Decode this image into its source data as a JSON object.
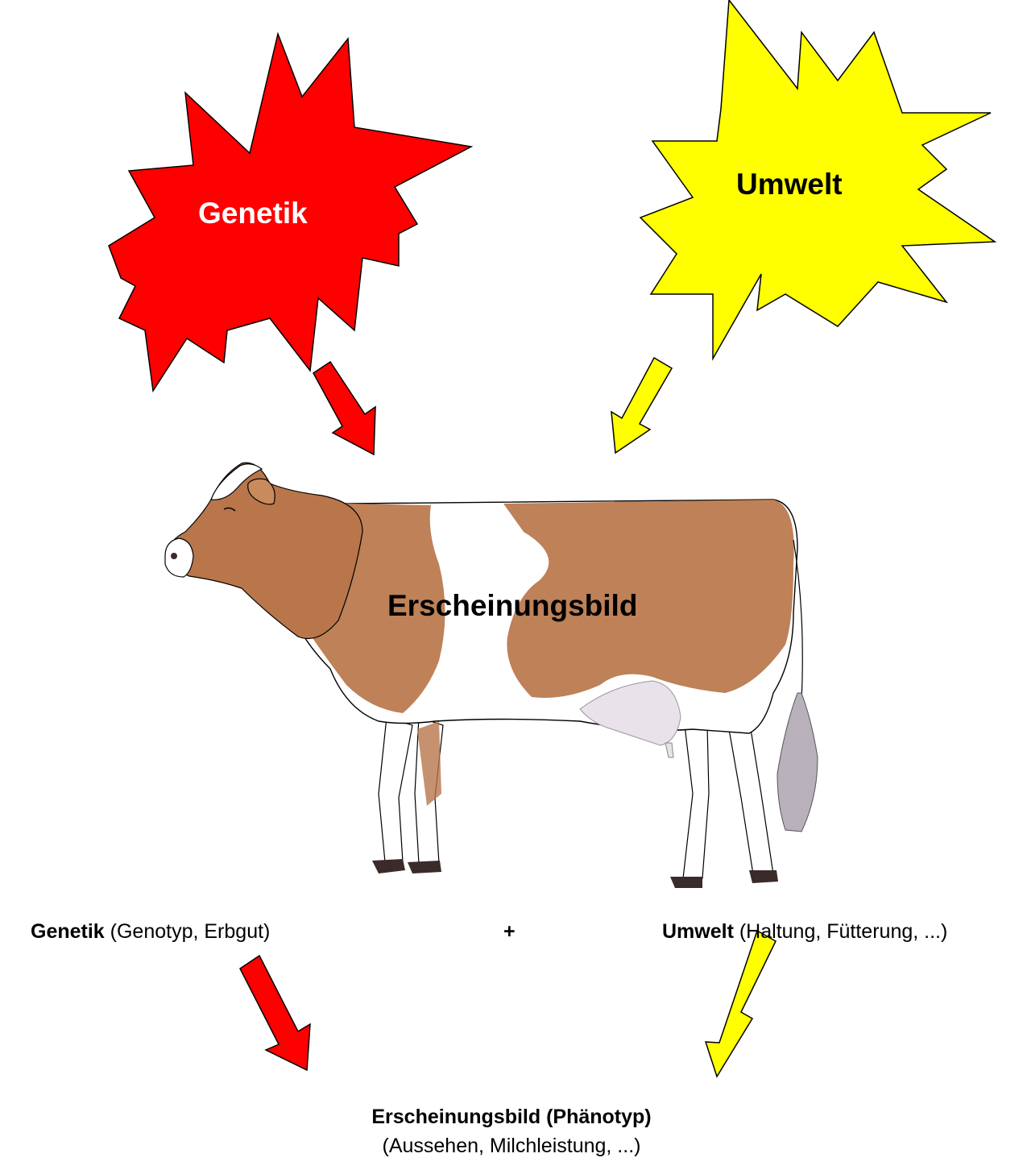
{
  "colors": {
    "genetik": "#ff0000",
    "umwelt": "#ffff00",
    "outline": "#000000",
    "cow_brown": "#b8764a",
    "cow_white": "#ffffff"
  },
  "bursts": {
    "genetik": "Genetik",
    "umwelt": "Umwelt"
  },
  "cow": {
    "label": "Erscheinungsbild",
    "icon": "cow-illustration"
  },
  "equation": {
    "genetik_bold": "Genetik",
    "genetik_detail": "(Genotyp, Erbgut)",
    "plus": "+",
    "umwelt_bold": "Umwelt",
    "umwelt_detail": "(Haltung, Fütterung, ...)"
  },
  "result": {
    "title": "Erscheinungsbild (Phänotyp)",
    "subtitle": "(Aussehen, Milchleistung, ...)"
  }
}
